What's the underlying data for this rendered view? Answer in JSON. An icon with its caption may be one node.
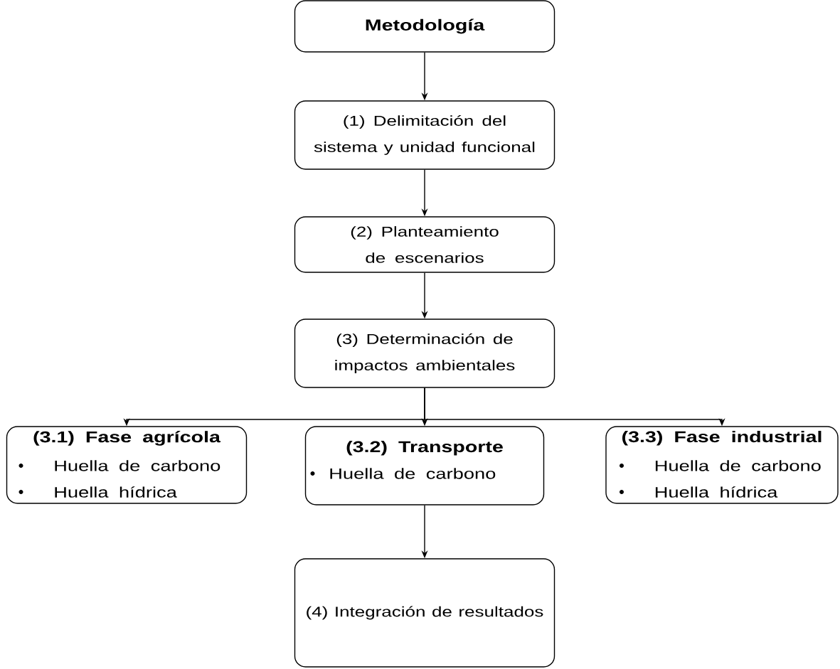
{
  "diagram": {
    "nodes": [
      {
        "text": [
          "Metodología"
        ]
      },
      {
        "text": [
          "(1) Delimitación del sistema y unidad funcional"
        ]
      },
      {
        "text": [
          "(2) Planteamiento de escenarios"
        ]
      },
      {
        "text": [
          "(3) Determinación de impactos ambientales"
        ]
      },
      {
        "text": [
          "(3.1) Fase agrícola",
          "Huella de carbono",
          "Huella hídrica"
        ]
      },
      {
        "text": [
          "(3.2) Transporte",
          "Huella de carbono"
        ]
      },
      {
        "text": [
          "(3.3) Fase industrial",
          "Huella de carbono",
          "Huella hídrica"
        ]
      },
      {
        "text": [
          "(4) Integración de resultados"
        ]
      }
    ],
    "edges": [
      {
        "from": 0,
        "to": 1,
        "arrow": "to"
      },
      {
        "from": 1,
        "to": 2,
        "arrow": "to"
      },
      {
        "from": 2,
        "to": 3,
        "arrow": "to"
      },
      {
        "from": 3,
        "to": 4,
        "arrow": "to"
      },
      {
        "from": 3,
        "to": 5,
        "arrow": "to"
      },
      {
        "from": 3,
        "to": 6,
        "arrow": "to"
      },
      {
        "from": 5,
        "to": 7,
        "arrow": "to"
      }
    ]
  }
}
